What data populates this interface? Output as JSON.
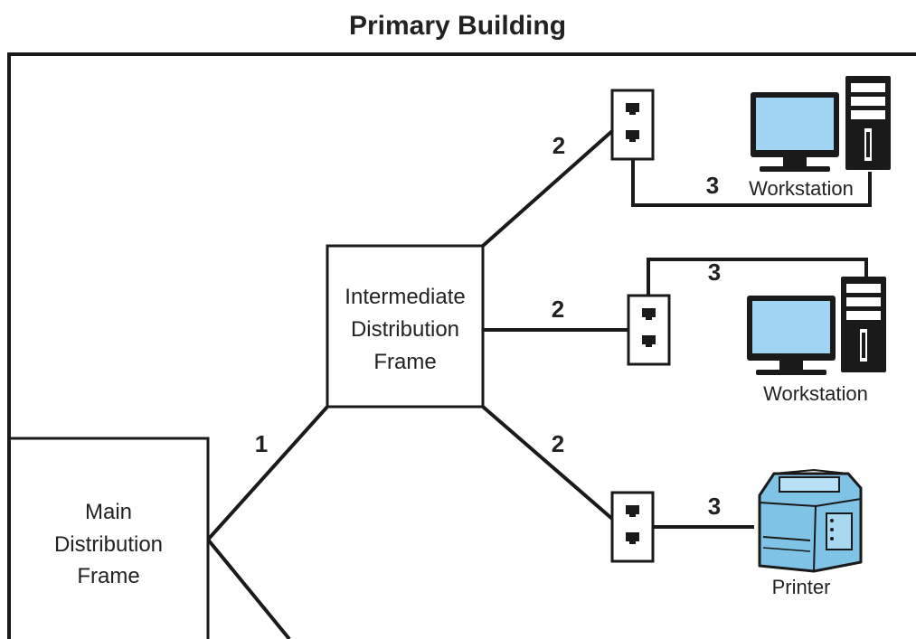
{
  "title": "Primary Building",
  "boxes": {
    "mdf": [
      "Main",
      "Distribution",
      "Frame"
    ],
    "idf": [
      "Intermediate",
      "Distribution",
      "Frame"
    ]
  },
  "cable_labels": {
    "backbone": "1",
    "horizontal": "2",
    "patch": "3"
  },
  "devices": {
    "workstation_top": "Workstation",
    "workstation_mid": "Workstation",
    "printer": "Printer"
  },
  "icons": [
    "wall-jack-icon",
    "monitor-icon",
    "tower-pc-icon",
    "printer-icon"
  ],
  "colors": {
    "line": "#1a1a1a",
    "screen": "#9fd4f2",
    "printer": "#7fc3e6"
  }
}
